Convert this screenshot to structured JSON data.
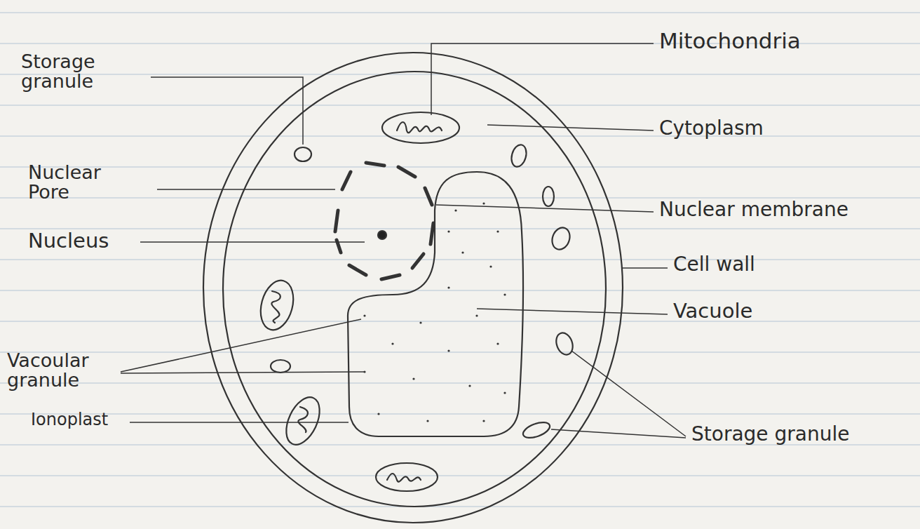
{
  "diagram": {
    "labels": [
      "Storage granule",
      "Nuclear Pore",
      "Nucleus",
      "Vacoular granule",
      "Ionoplast",
      "Mitochondria",
      "Cytoplasm",
      "Nuclear membrane",
      "Cell wall",
      "Vacuole",
      "Storage granule"
    ]
  }
}
